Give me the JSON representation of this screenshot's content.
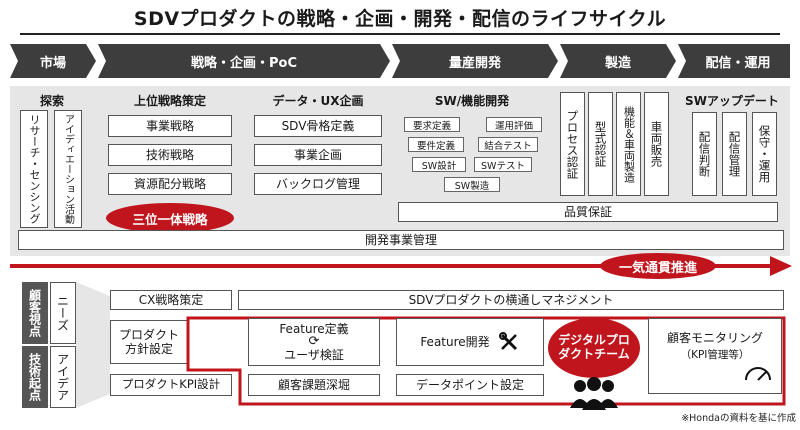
{
  "title": "SDVプロダクトの戦略・企画・開発・配信のライフサイクル",
  "phases": [
    "市場",
    "戦略・企画・PoC",
    "量産開発",
    "製造",
    "配信・運用"
  ],
  "explore": {
    "head": "探索",
    "items": [
      "リサーチ・センシング",
      "アイディエーション活動"
    ]
  },
  "strategy": {
    "head": "上位戦略策定",
    "items": [
      "事業戦略",
      "技術戦略",
      "資源配分戦略"
    ],
    "highlight": "三位一体戦略"
  },
  "data_ux": {
    "head": "データ・UX企画",
    "items": [
      "SDV骨格定義",
      "事業企画",
      "バックログ管理"
    ]
  },
  "sw": {
    "head": "SW/機能開発",
    "tags": [
      "要求定義",
      "運用評価",
      "要件定義",
      "結合テスト",
      "SW設計",
      "SWテスト",
      "SW製造"
    ]
  },
  "manufacturing": {
    "items": [
      "プロセス認証",
      "型式認証",
      "機能＆車両製造",
      "車両販売"
    ]
  },
  "update": {
    "head": "SWアップデート",
    "items": [
      "配信判断",
      "配信管理",
      "保守・運用"
    ]
  },
  "quality": "品質保証",
  "dev_management": "開発事業管理",
  "push_label": "一気通貫推進",
  "left_labels": {
    "customer_view": "顧客視点",
    "needs": "ニーズ",
    "tech_origin": "技術起点",
    "idea": "アイデア"
  },
  "bottom_left": [
    "CX戦略策定",
    "プロダクト方針設定",
    "プロダクトKPI設計"
  ],
  "cross_mgmt": "SDVプロダクトの横通しマネジメント",
  "feature_def": "Feature定義",
  "user_verify": "ユーザ検証",
  "feature_dev": "Feature開発",
  "digital_team": "デジタルプロダクトチーム",
  "customer_monitoring": "顧客モニタリング",
  "kpi_mgmt": "（KPI管理等）",
  "customer_issue": "顧客課題深堀",
  "data_point": "データポイント設定",
  "source_note": "※Hondaの資料を基に作成",
  "colors": {
    "accent_red": "#c0151c",
    "phase_bar": "#3d3d3d",
    "panel_gray": "#e6e6e6"
  },
  "icons": [
    "refresh-icon",
    "tools-icon",
    "gauge-icon",
    "people-icon"
  ]
}
